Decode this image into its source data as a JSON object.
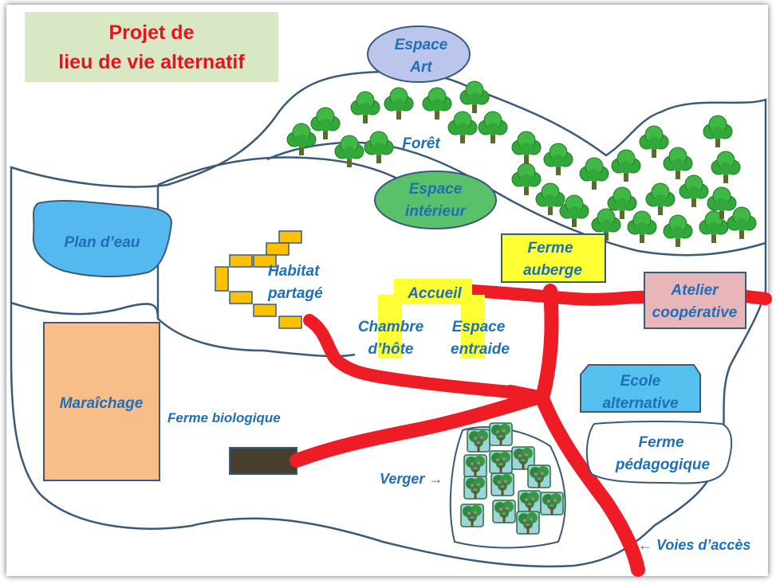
{
  "title": {
    "line1": "Projet de",
    "line2": "lieu de vie alternatif"
  },
  "zones": {
    "espace_art": [
      "Espace",
      "Art"
    ],
    "foret": "Forêt",
    "espace_interieur": [
      "Espace",
      "intérieur"
    ],
    "plan_eau": "Plan d’eau",
    "habitat": [
      "Habitat",
      "partagé"
    ],
    "accueil": "Accueil",
    "ferme_auberge": [
      "Ferme",
      "auberge"
    ],
    "atelier": [
      "Atelier",
      "coopérative"
    ],
    "chambre": [
      "Chambre",
      "d’hôte"
    ],
    "entraide": [
      "Espace",
      "entraide"
    ],
    "ecole": [
      "Ecole",
      "alternative"
    ],
    "maraichage": "Maraîchage",
    "ferme_bio": "Ferme biologique",
    "ferme_peda": [
      "Ferme",
      "pédagogique"
    ],
    "verger": "Verger →",
    "voies": "← Voies d’accès"
  },
  "colors": {
    "title_text": "#e8121b",
    "title_bg": "#d9e8c4",
    "label_text": "#1f6fb8",
    "road": "#ee1c25",
    "building": "#ffd700",
    "highlight": "#ffff33",
    "art": "#bcc6ec",
    "interieur": "#5ac069",
    "water": "#55b8ee",
    "maraichage": "#f9bd8a",
    "atelier": "#e8b6b8",
    "ecole": "#55c1ee",
    "tree": "#33a83a",
    "outline": "#3a5a7a"
  },
  "icons": [
    "tree-icon",
    "orchard-tree-icon",
    "arrow-icon"
  ]
}
